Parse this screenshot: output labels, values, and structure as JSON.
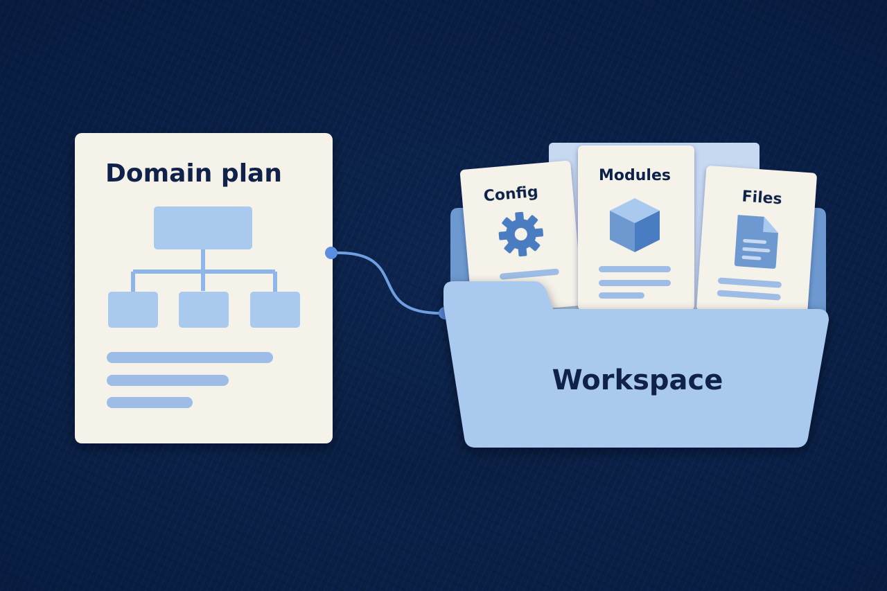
{
  "plan_card": {
    "title": "Domain plan"
  },
  "workspace": {
    "label": "Workspace",
    "documents": [
      {
        "label": "Config",
        "icon": "gear-icon"
      },
      {
        "label": "Modules",
        "icon": "cube-icon"
      },
      {
        "label": "Files",
        "icon": "file-icon"
      }
    ]
  },
  "colors": {
    "background": "#0a1f45",
    "card": "#f5f2ea",
    "accent": "#8fb6e8",
    "accent_dark": "#4a7cc0",
    "folder": "#a9c9ee",
    "text": "#10224a"
  }
}
